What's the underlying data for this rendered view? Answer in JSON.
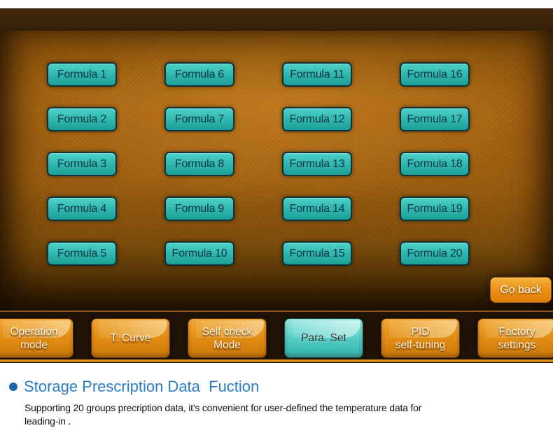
{
  "colors": {
    "accent_teal": "#2fb9b2",
    "accent_orange": "#e8951f",
    "panel_brown": "#a76412",
    "heading_blue": "#2c7bc5"
  },
  "panel": {
    "formula_buttons": [
      "Formula 1",
      "Formula 2",
      "Formula 3",
      "Formula 4",
      "Formula 5",
      "Formula 6",
      "Formula 7",
      "Formula 8",
      "Formula 9",
      "Formula 10",
      "Formula 11",
      "Formula 12",
      "Formula 13",
      "Formula 14",
      "Formula 15",
      "Formula 16",
      "Formula 17",
      "Formula 18",
      "Formula 19",
      "Formula 20"
    ],
    "go_back_label": "Go back"
  },
  "nav": {
    "tabs": [
      {
        "line1": "Operation",
        "line2": "mode",
        "active": false
      },
      {
        "line1": "T. Curve",
        "line2": "",
        "active": false
      },
      {
        "line1": "Self check",
        "line2": "Mode",
        "active": false
      },
      {
        "line1": "Para. Set",
        "line2": "",
        "active": true
      },
      {
        "line1": "PID",
        "line2": "self-tuning",
        "active": false
      },
      {
        "line1": "Factory",
        "line2": "settings",
        "active": false
      }
    ]
  },
  "caption": {
    "title": "Storage Prescription Data  Fuction",
    "body_line1": "Supporting 20 groups precription data, it's convenient for user-defined the temperature data for",
    "body_line2": "leading-in ."
  }
}
